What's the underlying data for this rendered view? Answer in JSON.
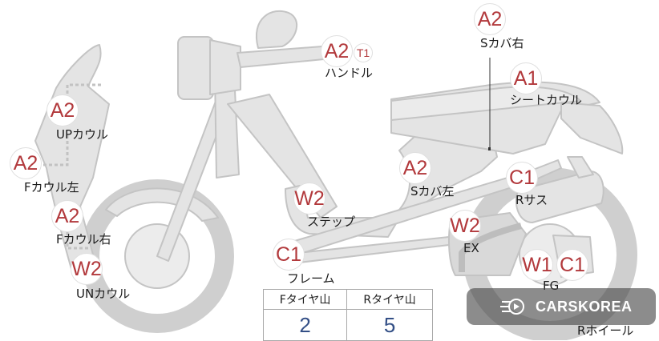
{
  "markers": {
    "a2_s_cover_right": "A2",
    "a1_seat_cowl": "A1",
    "a2_handle": "A2",
    "t1_handle": "T1",
    "a2_up_cowl": "A2",
    "a2_f_cowl_left": "A2",
    "a2_f_cowl_right": "A2",
    "w2_un_cowl": "W2",
    "w2_step": "W2",
    "a2_s_cover_left": "A2",
    "c1_r_suspension": "C1",
    "w2_ex": "W2",
    "c1_frame": "C1",
    "w1_fg": "W1",
    "c1_fg": "C1"
  },
  "parts": {
    "s_cover_right": "Sカバ右",
    "seat_cowl": "シートカウル",
    "handle": "ハンドル",
    "up_cowl": "UPカウル",
    "f_cowl_left": "Fカウル左",
    "f_cowl_right": "Fカウル右",
    "un_cowl": "UNカウル",
    "step": "ステップ",
    "s_cover_left": "Sカバ左",
    "r_suspension": "Rサス",
    "ex": "EX",
    "frame": "フレーム",
    "fg": "FG",
    "r_wheel": "Rホイール"
  },
  "tire_tread": {
    "front_label": "Fタイヤ山",
    "rear_label": "Rタイヤ山",
    "front_value": "2",
    "rear_value": "5"
  },
  "watermark": {
    "brand": "CARSKOREA",
    "icon": "carskorea-logo-icon"
  },
  "colors": {
    "marker_text": "#b2393c",
    "tire_value": "#334f86",
    "bike_fill": "#e3e3e3",
    "bike_stroke": "#c6c6c6"
  }
}
